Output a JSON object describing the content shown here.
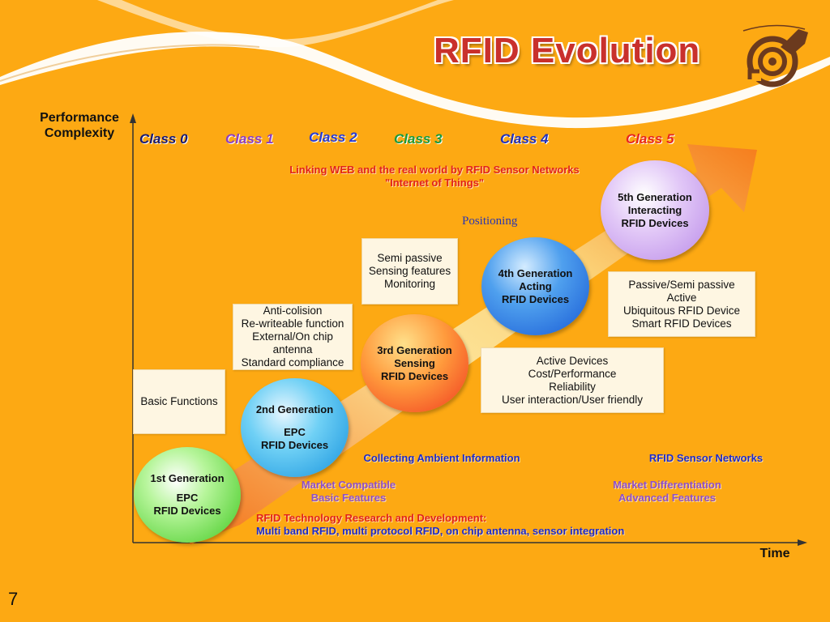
{
  "title": "RFID Evolution",
  "slide_number": "7",
  "axes": {
    "y_label": [
      "Performance",
      "Complexity"
    ],
    "x_label": "Time"
  },
  "classes": [
    {
      "label": "Class 0",
      "color": "#1A1A6E"
    },
    {
      "label": "Class 1",
      "color": "#8E3FC0"
    },
    {
      "label": "Class 2",
      "color": "#2A3BD0"
    },
    {
      "label": "Class 3",
      "color": "#1C9A3A"
    },
    {
      "label": "Class 4",
      "color": "#2230B8"
    },
    {
      "label": "Class 5",
      "color": "#E8261C"
    }
  ],
  "headline": {
    "line1": "Linking WEB and the real world by RFID Sensor Networks",
    "line2": "\"Internet of Things\""
  },
  "positioning": "Positioning",
  "generations": [
    {
      "lines": [
        "1st Generation",
        "",
        "EPC",
        "RFID Devices"
      ],
      "color": "green"
    },
    {
      "lines": [
        "2nd Generation",
        "",
        "EPC",
        "RFID Devices"
      ],
      "color": "blue"
    },
    {
      "lines": [
        "3rd Generation",
        "Sensing",
        "RFID Devices"
      ],
      "color": "red"
    },
    {
      "lines": [
        "4th Generation",
        "Acting",
        "RFID Devices"
      ],
      "color": "blue"
    },
    {
      "lines": [
        "5th Generation",
        "Interacting",
        "RFID Devices"
      ],
      "color": "purple"
    }
  ],
  "feature_boxes": [
    {
      "lines": [
        "Basic Functions"
      ]
    },
    {
      "lines": [
        "Anti-colision",
        "Re-writeable function",
        "External/On chip",
        "antenna",
        "Standard compliance"
      ]
    },
    {
      "lines": [
        "Semi passive",
        "Sensing features",
        "Monitoring"
      ]
    },
    {
      "lines": [
        "Active Devices",
        "Cost/Performance",
        "Reliability",
        "User interaction/User friendly"
      ]
    },
    {
      "lines": [
        "Passive/Semi passive",
        "Active",
        "Ubiquitous RFID Device",
        "Smart RFID Devices"
      ]
    }
  ],
  "notes": {
    "collecting": "Collecting Ambient Information",
    "sensor_networks": "RFID Sensor Networks",
    "market_compatible": [
      "Market Compatible",
      "Basic Features"
    ],
    "market_differentiation": [
      "Market Differentiation",
      "Advanced Features"
    ],
    "research_title": "RFID Technology Research and Development:",
    "research_detail": "Multi band RFID, multi protocol RFID, on chip antenna, sensor integration"
  }
}
